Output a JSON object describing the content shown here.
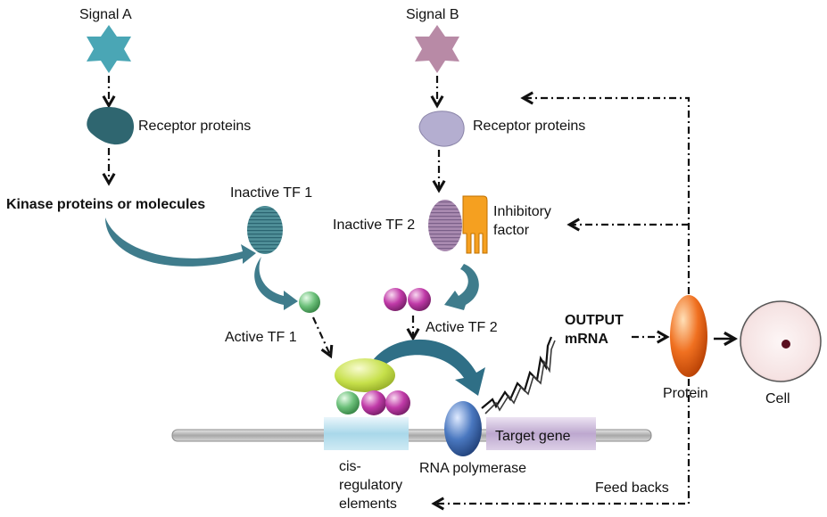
{
  "labels": {
    "signal_a": "Signal A",
    "signal_b": "Signal B",
    "receptor_a": "Receptor proteins",
    "receptor_b": "Receptor proteins",
    "kinase": "Kinase proteins or molecules",
    "inactive_tf1": "Inactive TF 1",
    "inactive_tf2": "Inactive TF 2",
    "inhibitory_1": "Inhibitory",
    "inhibitory_2": "factor",
    "active_tf1": "Active TF 1",
    "active_tf2": "Active TF 2",
    "output_1": "OUTPUT",
    "output_2": "mRNA",
    "protein": "Protein",
    "cell": "Cell",
    "target_gene": "Target gene",
    "rna_polymerase": "RNA polymerase",
    "cis_1": "cis-",
    "cis_2": "regulatory",
    "cis_3": "elements",
    "feedbacks": "Feed backs"
  },
  "colors": {
    "signal_a": "#4aa6b5",
    "signal_b": "#b88aa6",
    "receptor_a": "#2f6670",
    "receptor_b": "#b4aed0",
    "teal_arrow": "#3f7c8c",
    "tf1_active": "#6cc07a",
    "tf2_active": "#c03aa8",
    "complex_top": "#c6e04a",
    "polymerase": "#2f5fa6",
    "protein": "#f07020",
    "cell_fill": "#f8e8e8",
    "inhibitory": "#f5a020",
    "target_gene": "#c8b4d6",
    "cis": "#b8e0ee"
  }
}
